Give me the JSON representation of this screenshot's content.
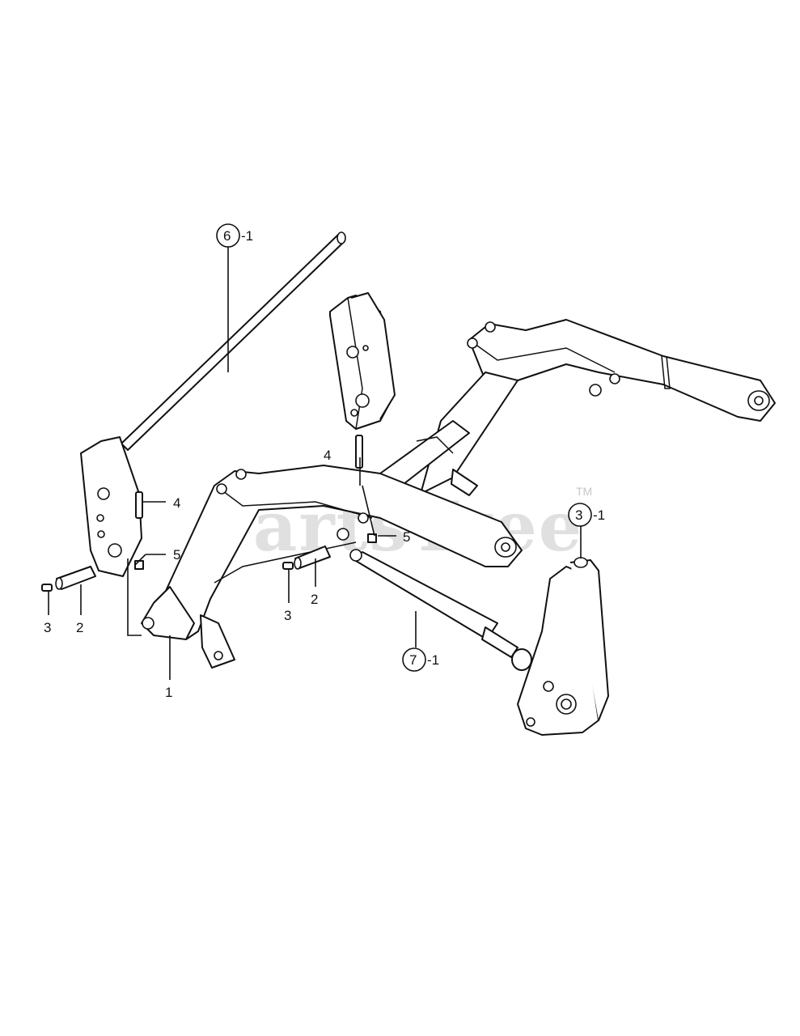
{
  "watermark": {
    "text": "PartsTree",
    "trademark": "TM"
  },
  "callouts": [
    {
      "id": "6",
      "suffix": "-1",
      "circled": true
    },
    {
      "id": "4",
      "suffix": "",
      "circled": false
    },
    {
      "id": "4",
      "suffix": "",
      "circled": false
    },
    {
      "id": "5",
      "suffix": "",
      "circled": false
    },
    {
      "id": "5",
      "suffix": "",
      "circled": false
    },
    {
      "id": "3",
      "suffix": "-1",
      "circled": true
    },
    {
      "id": "3",
      "suffix": "",
      "circled": false
    },
    {
      "id": "2",
      "suffix": "",
      "circled": false
    },
    {
      "id": "3",
      "suffix": "",
      "circled": false
    },
    {
      "id": "2",
      "suffix": "",
      "circled": false
    },
    {
      "id": "1",
      "suffix": "",
      "circled": false
    },
    {
      "id": "7",
      "suffix": "-1",
      "circled": true
    }
  ]
}
